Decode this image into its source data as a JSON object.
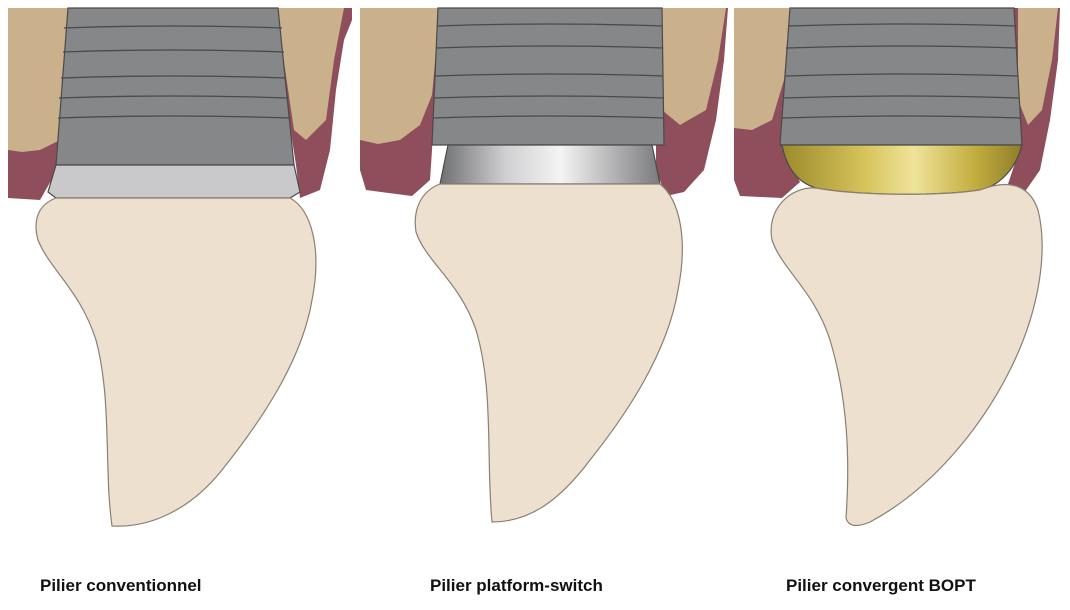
{
  "panels": [
    {
      "caption": "Pilier conventionnel",
      "collar_type": "conventional",
      "collar_color": "#c9c9cb"
    },
    {
      "caption": "Pilier platform-switch",
      "collar_type": "platform-switch",
      "collar_color": "#b8b8ba"
    },
    {
      "caption": "Pilier convergent BOPT",
      "collar_type": "convergent",
      "collar_color": "#c8b24a"
    }
  ],
  "colors": {
    "bone": "#cbb08c",
    "bone_spot": "#b99a74",
    "gum_light": "#d8bcc8",
    "gum_dark": "#8e4e5c",
    "implant": "#868788",
    "implant_edge": "#4a4a4a",
    "tooth": "#ede0cf",
    "tooth_edge": "#8a7f72"
  }
}
